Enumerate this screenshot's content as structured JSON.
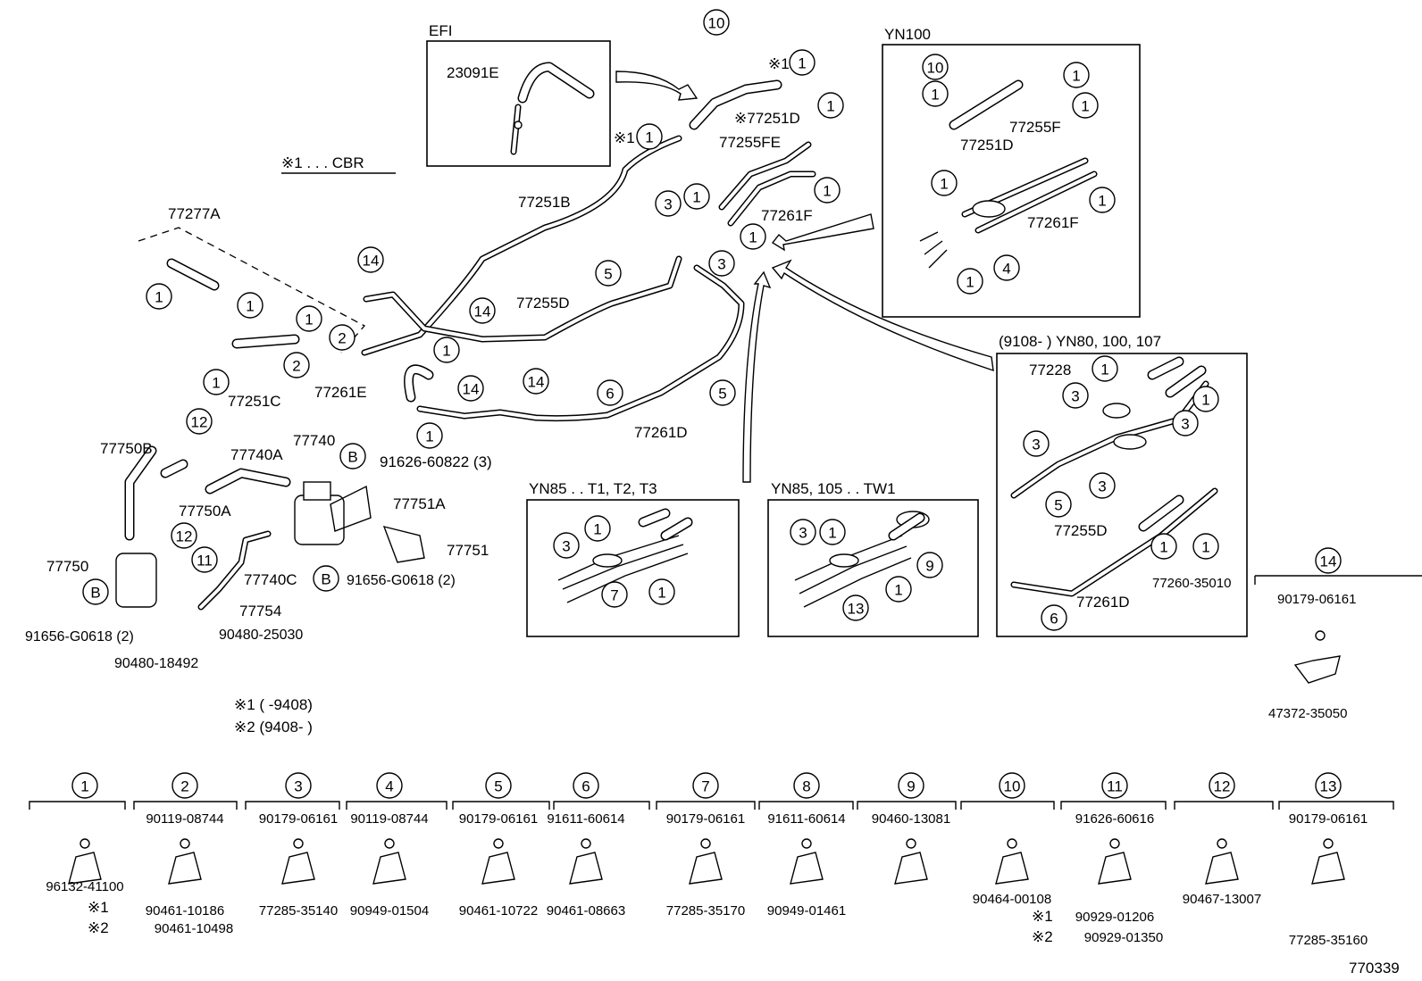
{
  "notes": {
    "cbr_note": "※1 . . . CBR",
    "date_note_1": "※1 (        -9408)",
    "date_note_2": "※2 (9408-        )"
  },
  "insets": {
    "efi": "EFI",
    "yn100": "YN100",
    "yn80": "(9108-          ) YN80, 100, 107",
    "yn85_t": "YN85 . . T1, T2, T3",
    "yn85_tw": "YN85, 105 . . TW1"
  },
  "parts": {
    "p23091E": "23091E",
    "p77251D_star": "※77251D",
    "p77255FE": "77255FE",
    "p77261F": "77261F",
    "p77251B": "77251B",
    "p77277A": "77277A",
    "p77255D": "77255D",
    "p77251C": "77251C",
    "p77261E": "77261E",
    "p77261D": "77261D",
    "p77750B": "77750B",
    "p77740A": "77740A",
    "p77740": "77740",
    "p91626_60822": "91626-60822 (3)",
    "p77750A": "77750A",
    "p77751A": "77751A",
    "p77751": "77751",
    "p77750": "77750",
    "p77740C": "77740C",
    "p91656_G0618_a": "91656-G0618 (2)",
    "p77754": "77754",
    "p91656_G0618_b": "91656-G0618 (2)",
    "p90480_25030": "90480-25030",
    "p90480_18492": "90480-18492",
    "yn100_77251D": "77251D",
    "yn100_77255F": "77255F",
    "yn100_77261F": "77261F",
    "yn80_77228": "77228",
    "yn80_77255D": "77255D",
    "yn80_77261D": "77261D",
    "yn80_77260": "77260-35010",
    "c14_top": "90179-06161",
    "c14_bot": "47372-35050",
    "star1_left": "※1",
    "star1_right": "※1",
    "star1_top": "※1"
  },
  "callouts": {
    "c1": "1",
    "c2": "2",
    "c3": "3",
    "c4": "4",
    "c5": "5",
    "c6": "6",
    "c7": "7",
    "c8": "8",
    "c9": "9",
    "c10": "10",
    "c11": "11",
    "c12": "12",
    "c13": "13",
    "c14": "14",
    "cB": "B"
  },
  "legend": [
    {
      "num": "1",
      "top": "",
      "bottom": "96132-41100",
      "star1": "※1",
      "star2": "※2"
    },
    {
      "num": "2",
      "top": "90119-08744",
      "bottom": "90461-10186",
      "bottom2": "90461-10498"
    },
    {
      "num": "3",
      "top": "90179-06161",
      "bottom": "77285-35140"
    },
    {
      "num": "4",
      "top": "90119-08744",
      "bottom": "90949-01504"
    },
    {
      "num": "5",
      "top": "90179-06161",
      "bottom": "90461-10722"
    },
    {
      "num": "6",
      "top": "91611-60614",
      "bottom": "90461-08663"
    },
    {
      "num": "7",
      "top": "90179-06161",
      "bottom": "77285-35170"
    },
    {
      "num": "8",
      "top": "91611-60614",
      "bottom": "90949-01461"
    },
    {
      "num": "9",
      "top": "90460-13081",
      "bottom": ""
    },
    {
      "num": "10",
      "top": "",
      "bottom": "90464-00108"
    },
    {
      "num": "11",
      "top": "91626-60616",
      "bottom": "90929-01206",
      "bottom2": "90929-01350",
      "star1": "※1",
      "star2": "※2"
    },
    {
      "num": "12",
      "top": "",
      "bottom": "90467-13007"
    },
    {
      "num": "13",
      "top": "90179-06161",
      "bottom": "77285-35160"
    }
  ],
  "catalog_number": "770339"
}
